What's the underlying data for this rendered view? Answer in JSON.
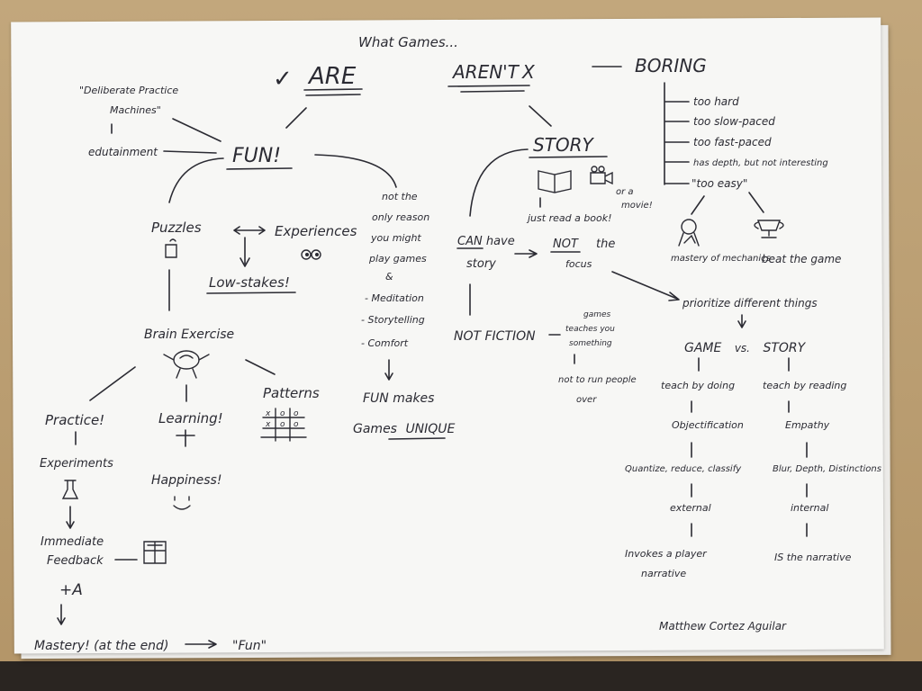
{
  "title": "What Games...",
  "are": {
    "check": "✓",
    "label": "ARE"
  },
  "arent": {
    "label": "AREN'T",
    "cross": "X"
  },
  "boring": {
    "label": "BORING",
    "items": [
      "too hard",
      "too slow-paced",
      "too fast-paced",
      "has depth, but not interesting",
      "\"too easy\""
    ]
  },
  "mastery_of_mechanics": "mastery of mechanics",
  "beat_the_game": "beat the game",
  "deliberate": {
    "line1": "\"Deliberate Practice",
    "line2": "Machines\"",
    "edutainment": "edutainment"
  },
  "fun": "FUN!",
  "puzzles": "Puzzles",
  "experiences": "Experiences",
  "low_stakes": "Low-stakes!",
  "brain_exercise": "Brain Exercise",
  "practice": "Practice!",
  "learning": "Learning!",
  "patterns": "Patterns",
  "experiments": "Experiments",
  "happiness": "Happiness!",
  "immediate": "Immediate",
  "feedback": "Feedback",
  "plus_a": "+A",
  "mastery_end": "Mastery! (at the end)",
  "fun_quote": "\"Fun\"",
  "not_only": [
    "not the",
    "only reason",
    "you might",
    "play games",
    "&",
    "- Meditation",
    "- Storytelling",
    "- Comfort"
  ],
  "fun_makes": {
    "line1": "FUN makes",
    "line2_prefix": "Games",
    "line2_underlined": "UNIQUE"
  },
  "story": "STORY",
  "or_a_movie": {
    "line1": "or a",
    "line2": "movie!"
  },
  "just_read": "just read a book!",
  "can_have": {
    "line1": "CAN have",
    "line2": "story"
  },
  "not_the_focus": {
    "not": "NOT",
    "rest": "the",
    "line2": "focus"
  },
  "not_fiction": "NOT FICTION",
  "games_teach": [
    "games",
    "teaches you",
    "something"
  ],
  "not_ruin": {
    "line1": "not to run people",
    "line2": "over"
  },
  "prioritize": "prioritize different things",
  "game_vs_story": {
    "game": "GAME",
    "vs": "vs.",
    "story": "STORY"
  },
  "game_col": [
    "teach by doing",
    "Objectification",
    "Quantize, reduce, classify",
    "external",
    "Invokes a player",
    "narrative"
  ],
  "story_col": [
    "teach by reading",
    "Empathy",
    "Blur, Depth, Distinctions",
    "internal",
    "IS the narrative"
  ],
  "signature": "Matthew Cortez Aguilar"
}
